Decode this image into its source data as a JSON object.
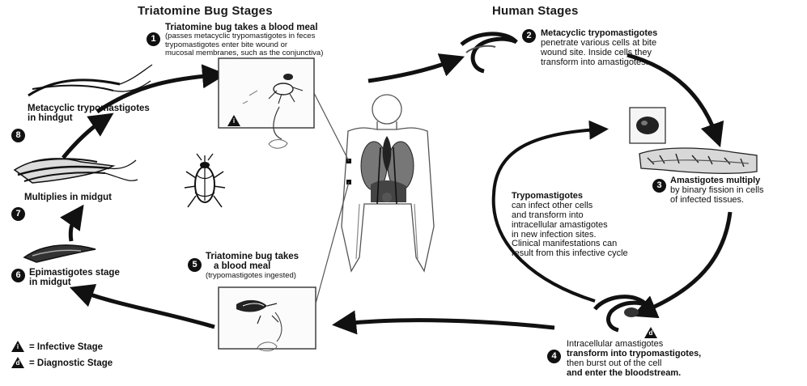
{
  "headers": {
    "bug": "Triatomine Bug Stages",
    "human": "Human Stages"
  },
  "steps": {
    "s1": {
      "num": "1",
      "line1": "Triatomine bug takes a blood meal",
      "line2": "(passes metacyclic trypomastigotes in feces",
      "line3": "trypomastigotes enter bite wound or",
      "line4": "mucosal membranes, such as the conjunctiva)"
    },
    "s2": {
      "num": "2",
      "line1": "Metacyclic trypomastigotes",
      "line2": "penetrate various cells at bite",
      "line3": "wound site. Inside cells they",
      "line4": "transform into amastigotes."
    },
    "s3": {
      "num": "3",
      "line1": "Amastigotes multiply",
      "line2": "by binary fission in cells",
      "line3": "of infected tissues."
    },
    "s4": {
      "num": "4",
      "line1": "Intracellular amastigotes",
      "line2": "transform into trypomastigotes,",
      "line3": "then burst out of the cell",
      "line4": "and enter the bloodstream."
    },
    "s5": {
      "num": "5",
      "line1": "Triatomine bug takes",
      "line2": "a blood meal",
      "line3": "(trypomastigotes ingested)"
    },
    "s6": {
      "num": "6",
      "line1": "Epimastigotes stage",
      "line2": "in midgut"
    },
    "s7": {
      "num": "7",
      "line1": "Multiplies in midgut"
    },
    "s8": {
      "num": "8",
      "line1": "Metacyclic trypomastigotes",
      "line2": "in hindgut"
    }
  },
  "inner": {
    "line1": "Trypomastigotes",
    "line2": "can infect other cells",
    "line3": "and transform into",
    "line4": "intracellular amastigotes",
    "line5": "in new infection sites.",
    "line6": "Clinical manifestations can",
    "line7": "result from this infective cycle"
  },
  "legend": {
    "infective_letter": "i",
    "infective_label": "= Infective Stage",
    "diagnostic_letter": "d",
    "diagnostic_label": "= Diagnostic Stage"
  },
  "colors": {
    "ink": "#111111",
    "paper": "#ffffff",
    "mid_gray": "#777777",
    "light_gray": "#cfcfcf"
  }
}
